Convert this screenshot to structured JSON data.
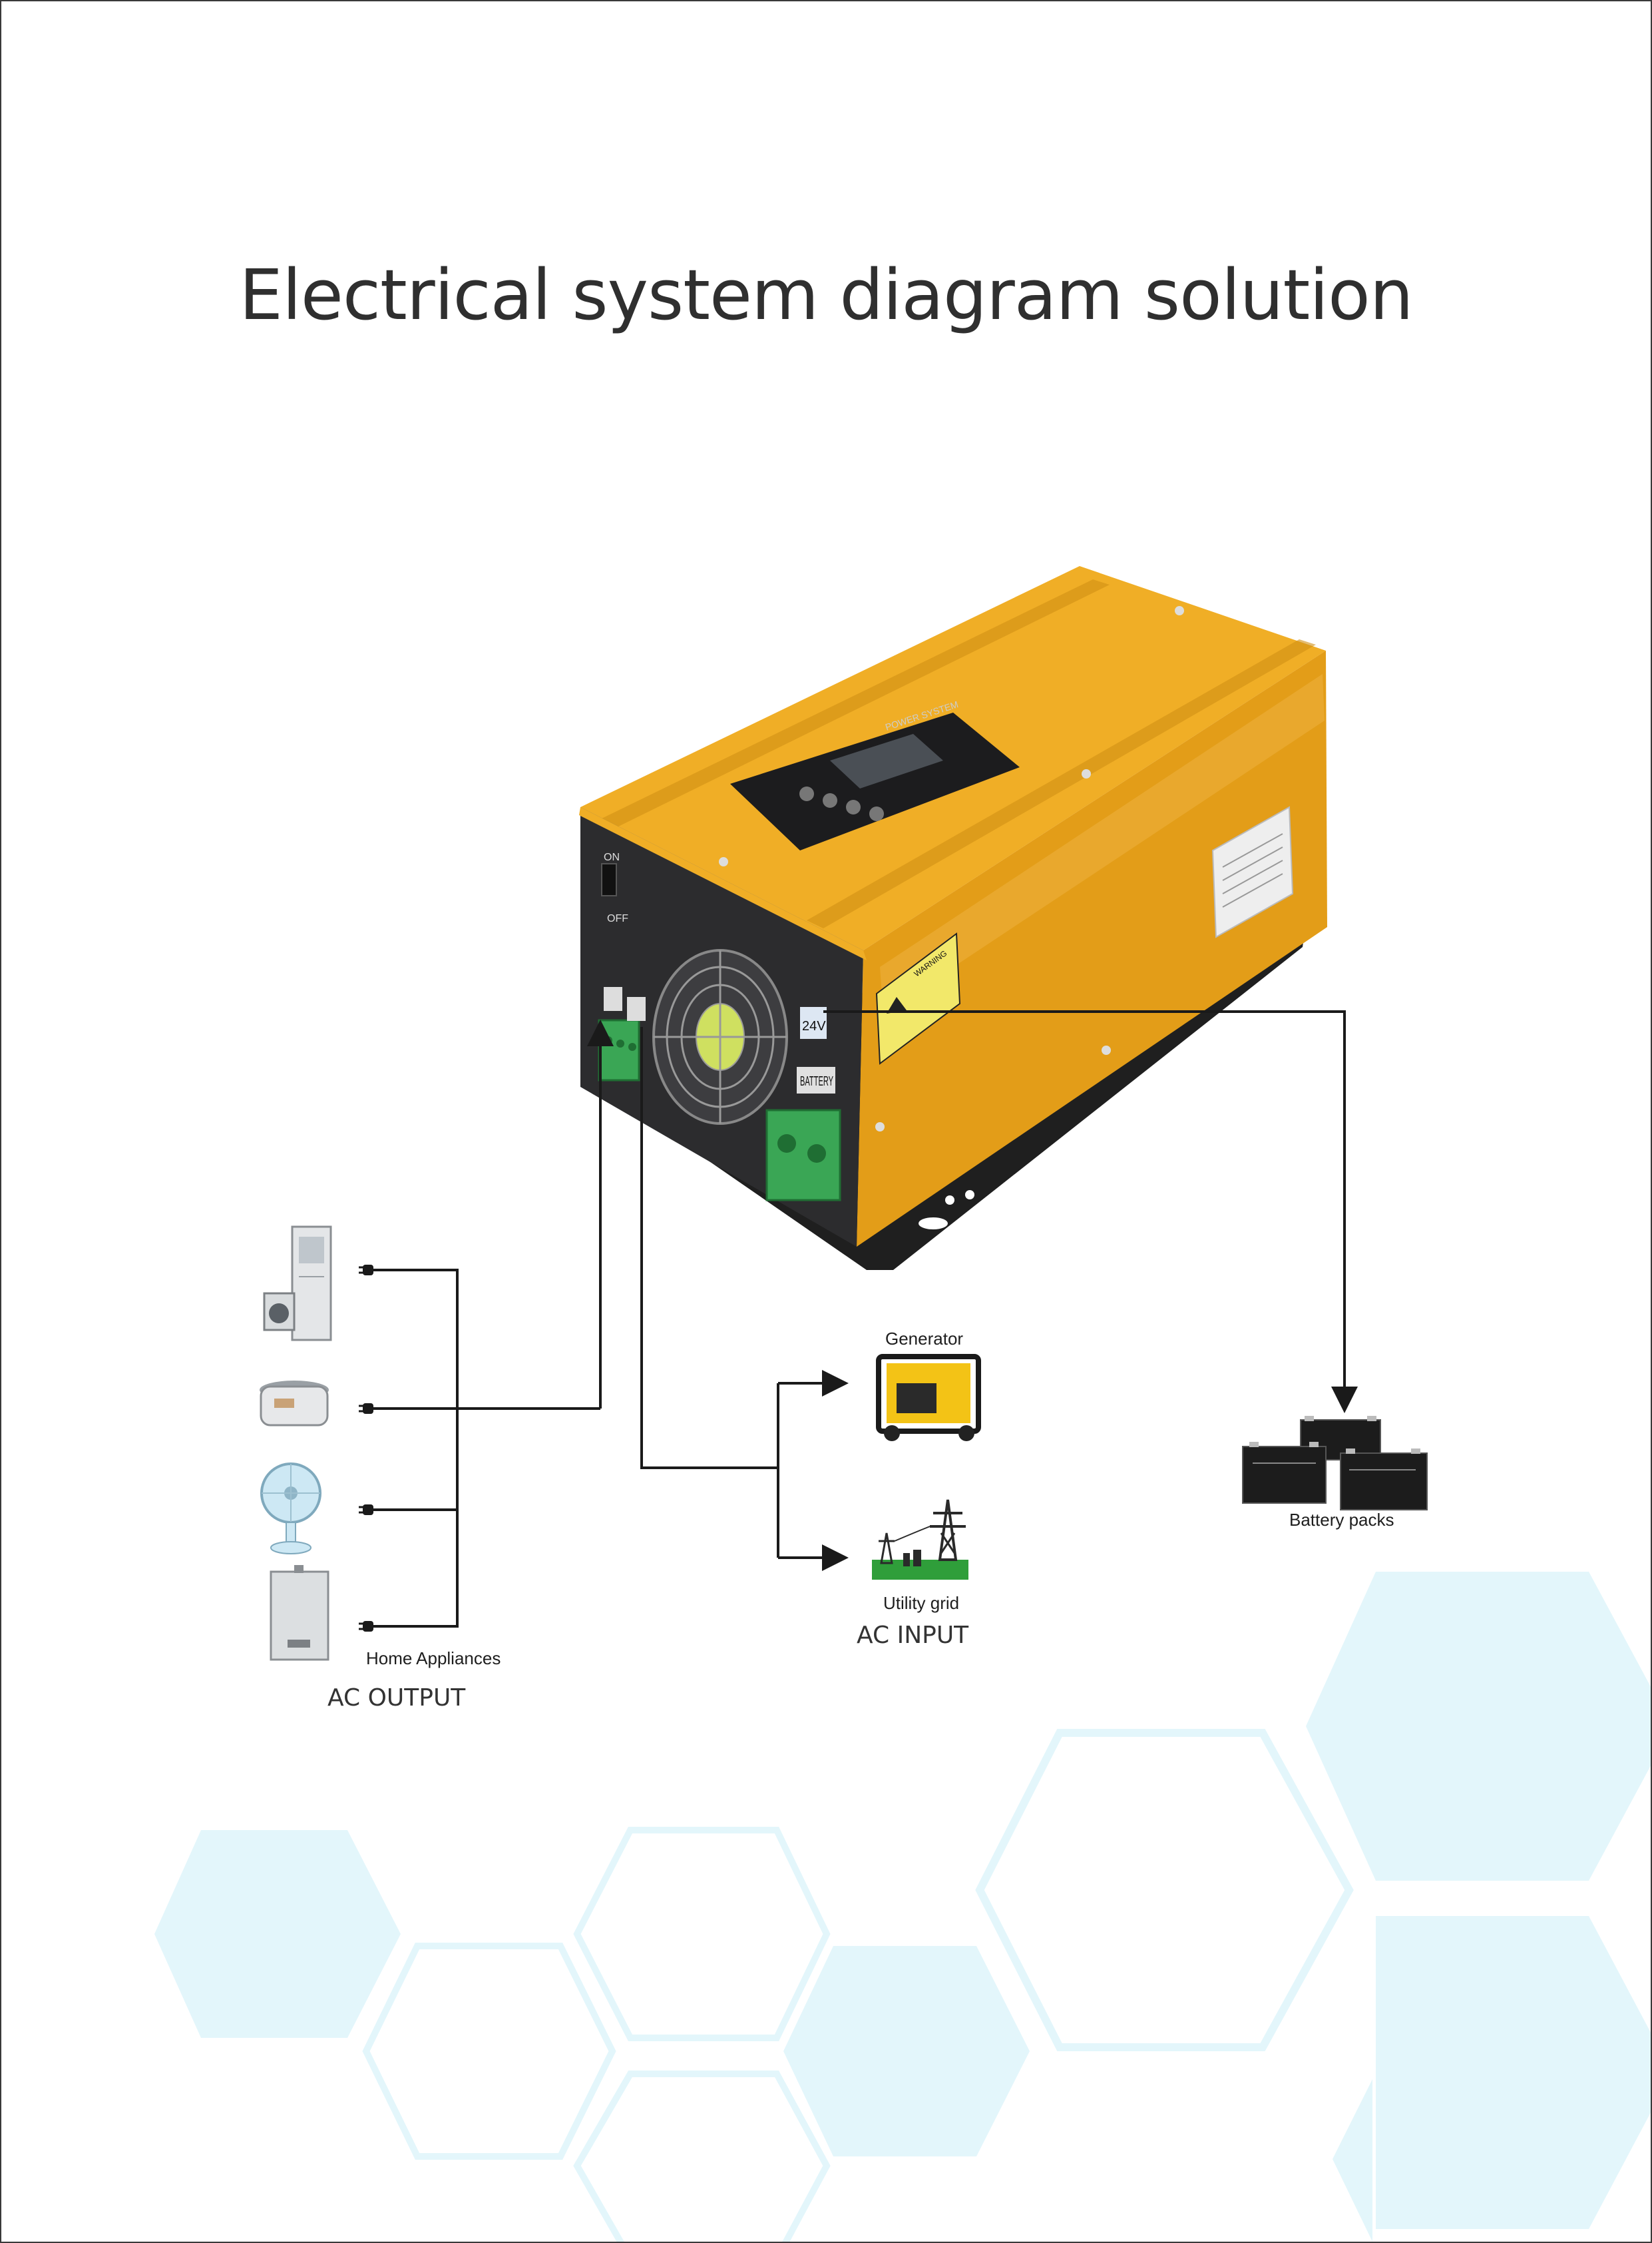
{
  "title": "Electrical system diagram solution",
  "inverter": {
    "brand_text": "POWER SYSTEM",
    "switch_on": "ON",
    "switch_off": "OFF",
    "voltage_label": "24V",
    "battery_terminal_label": "BATTERY",
    "warning_title": "WARNING"
  },
  "labels": {
    "home_appliances": "Home Appliances",
    "ac_output": "AC OUTPUT",
    "generator": "Generator",
    "utility_grid": "Utility grid",
    "ac_input": "AC INPUT",
    "battery_packs": "Battery packs"
  },
  "colors": {
    "inverter_body": "#e8a21a",
    "inverter_face": "#2c2c2e",
    "terminal_green": "#3aa655",
    "connector_line": "#1a1a1a",
    "hexagon": "#e3f6fb"
  }
}
